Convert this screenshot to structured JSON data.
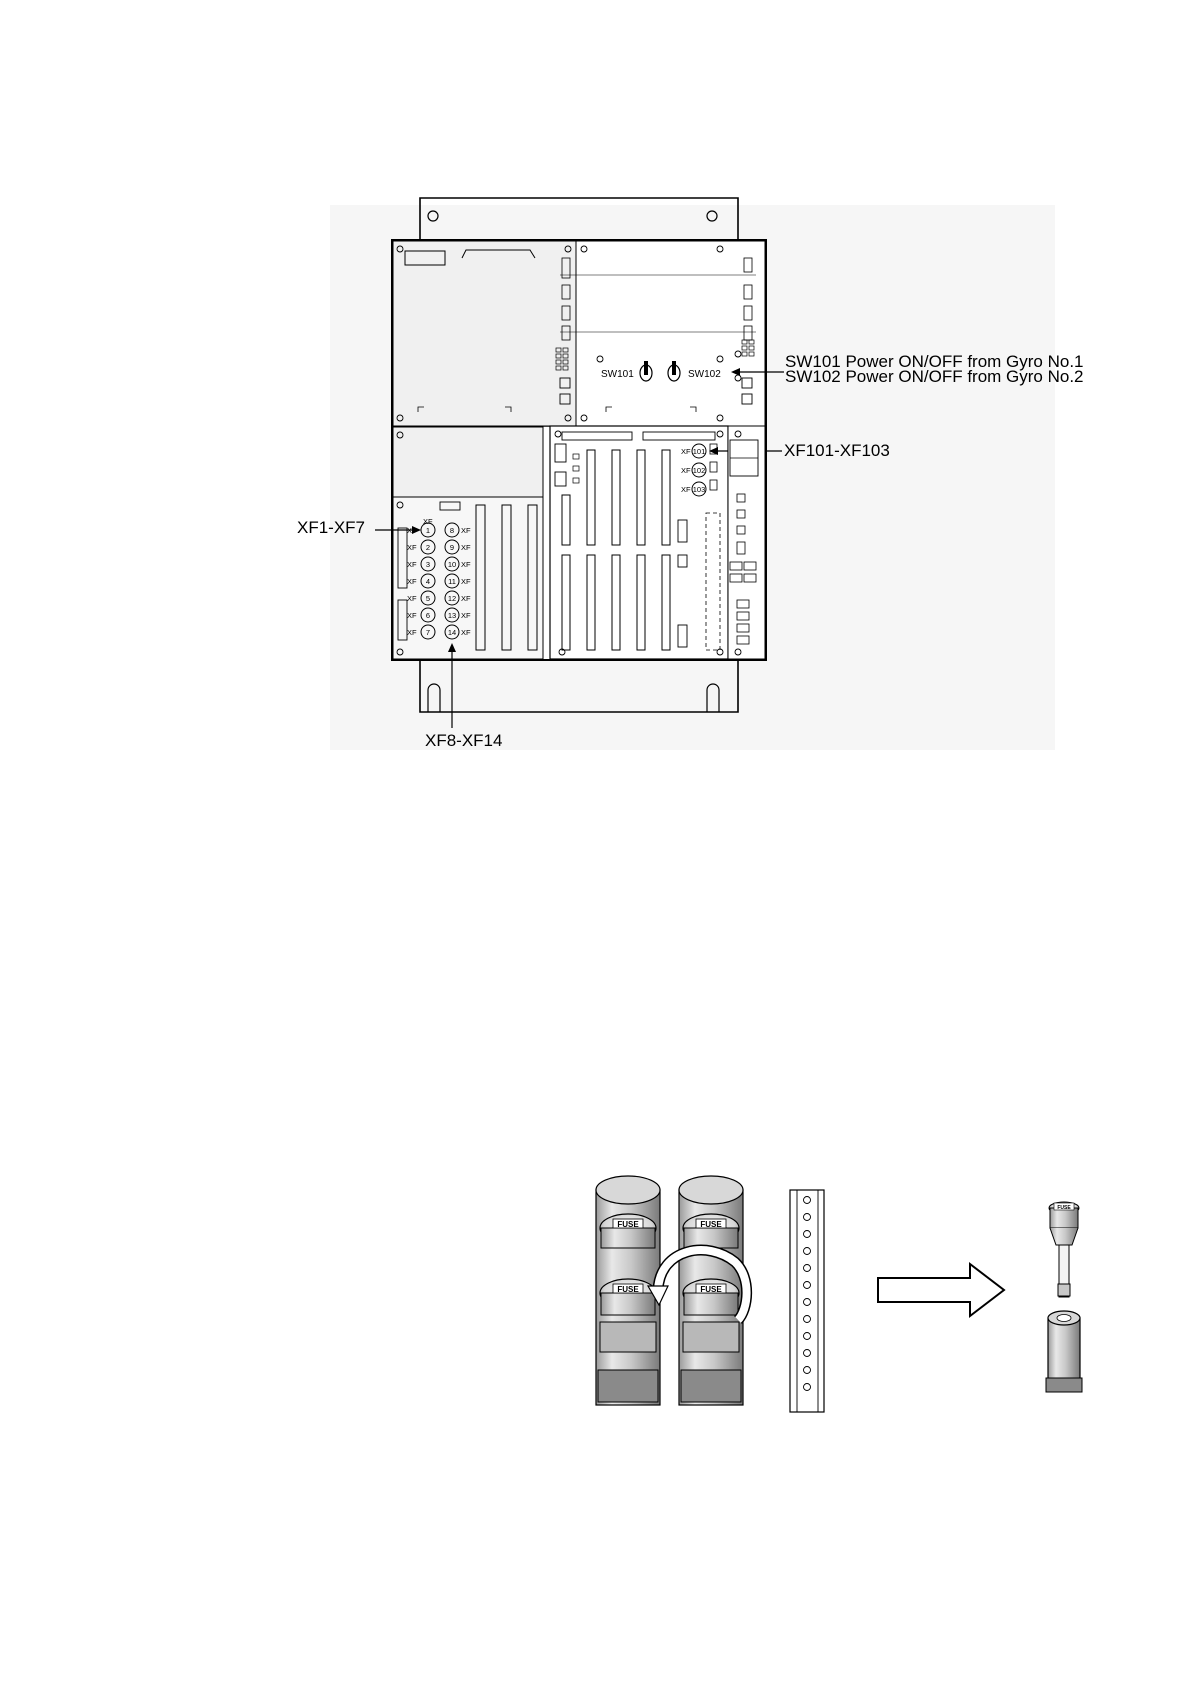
{
  "callouts": {
    "sw101_desc": "SW101 Power ON/OFF from Gyro No.1",
    "sw102_desc": "SW102 Power ON/OFF from Gyro No.2",
    "xf101_range": "XF101-XF103",
    "xf1_range": "XF1-XF7",
    "xf8_range": "XF8-XF14"
  },
  "board": {
    "sw101": "SW101",
    "sw102": "SW102",
    "xf_header": "XF",
    "xf_prefix": "XF",
    "xf101": "101",
    "xf102": "102",
    "xf103": "103",
    "left_fuses": [
      "1",
      "2",
      "3",
      "4",
      "5",
      "6",
      "7"
    ],
    "right_fuses": [
      "8",
      "9",
      "10",
      "11",
      "12",
      "13",
      "14"
    ]
  },
  "fuse_illustration": {
    "cap_text": "FUSE"
  }
}
